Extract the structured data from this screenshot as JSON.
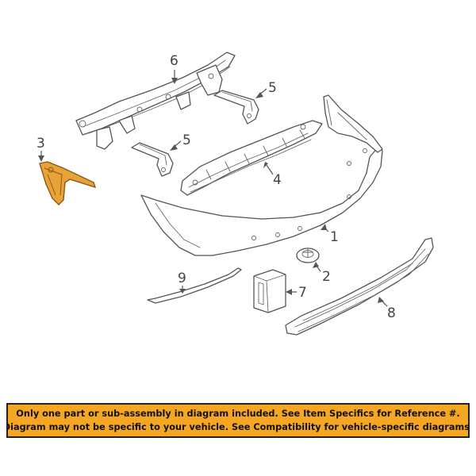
{
  "colors": {
    "highlight_part": "#e8a23a",
    "highlight_stroke": "#8a5a12",
    "disclaimer_background": "#f5a623",
    "line_art": "#555555"
  },
  "callouts": [
    {
      "id": "1",
      "label": "1"
    },
    {
      "id": "2",
      "label": "2"
    },
    {
      "id": "3",
      "label": "3"
    },
    {
      "id": "4",
      "label": "4"
    },
    {
      "id": "5a",
      "label": "5"
    },
    {
      "id": "5b",
      "label": "5"
    },
    {
      "id": "6",
      "label": "6"
    },
    {
      "id": "7",
      "label": "7"
    },
    {
      "id": "8",
      "label": "8"
    },
    {
      "id": "9",
      "label": "9"
    }
  ],
  "disclaimer": {
    "line1": "Only one part or sub-assembly in diagram included. See Item Specifics for Reference #.",
    "line2": "Diagram may not be specific to your vehicle. See Compatibility for vehicle-specific diagrams."
  }
}
